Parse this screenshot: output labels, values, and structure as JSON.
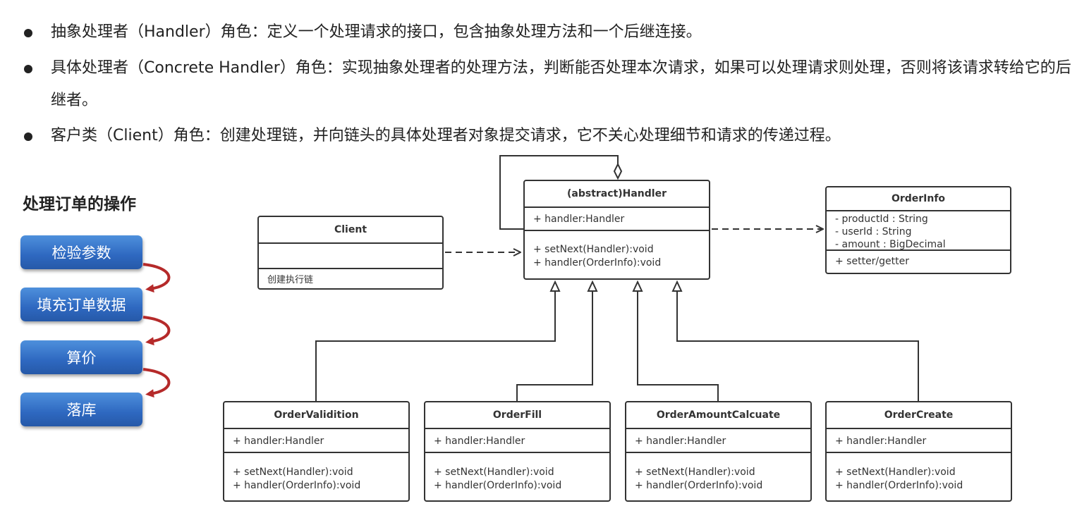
{
  "bullets": [
    "抽象处理者（Handler）角色：定义一个处理请求的接口，包含抽象处理方法和一个后继连接。",
    "具体处理者（Concrete Handler）角色：实现抽象处理者的处理方法，判断能否处理本次请求，如果可以处理请求则处理，否则将该请求转给它的后继者。",
    "客户类（Client）角色：创建处理链，并向链头的具体处理者对象提交请求，它不关心处理细节和请求的传递过程。"
  ],
  "flow": {
    "title": "处理订单的操作",
    "steps": [
      "检验参数",
      "填充订单数据",
      "算价",
      "落库"
    ],
    "colors": {
      "step_fill": "#2e68c0",
      "arrow": "#b52a2a"
    }
  },
  "uml": {
    "handler": {
      "name": "(abstract)Handler",
      "attributes": [
        "+ handler:Handler"
      ],
      "operations": [
        "+ setNext(Handler):void",
        "+ handler(OrderInfo):void"
      ]
    },
    "client": {
      "name": "Client",
      "attributes": [],
      "operations": [
        "创建执行链"
      ]
    },
    "orderinfo": {
      "name": "OrderInfo",
      "attributes": [
        "- productId : String",
        "- userId : String",
        "- amount : BigDecimal"
      ],
      "operations": [
        "+ setter/getter"
      ]
    },
    "subclasses": [
      {
        "name": "OrderValidition",
        "attributes": [
          "+ handler:Handler"
        ],
        "operations": [
          "+ setNext(Handler):void",
          "+ handler(OrderInfo):void"
        ]
      },
      {
        "name": "OrderFill",
        "attributes": [
          "+ handler:Handler"
        ],
        "operations": [
          "+ setNext(Handler):void",
          "+ handler(OrderInfo):void"
        ]
      },
      {
        "name": "OrderAmountCalcuate",
        "attributes": [
          "+ handler:Handler"
        ],
        "operations": [
          "+ setNext(Handler):void",
          "+ handler(OrderInfo):void"
        ]
      },
      {
        "name": "OrderCreate",
        "attributes": [
          "+ handler:Handler"
        ],
        "operations": [
          "+ setNext(Handler):void",
          "+ handler(OrderInfo):void"
        ]
      }
    ]
  }
}
